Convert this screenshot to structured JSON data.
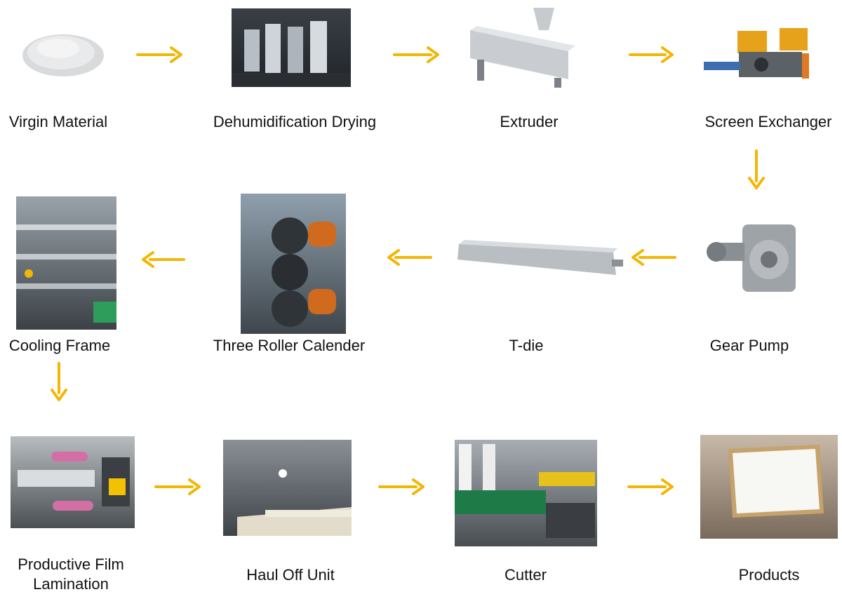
{
  "accent_color": "#f2b705",
  "steps": [
    {
      "label": "Virgin Material",
      "image": "plastic-pellets-photo"
    },
    {
      "label": "Dehumidification Drying",
      "image": "dryer-tanks-photo"
    },
    {
      "label": "Extruder",
      "image": "extruder-machine-photo"
    },
    {
      "label": "Screen Exchanger",
      "image": "screen-exchanger-photo"
    },
    {
      "label": "Gear Pump",
      "image": "gear-pump-photo"
    },
    {
      "label": "T-die",
      "image": "t-die-photo"
    },
    {
      "label": "Three Roller Calender",
      "image": "roller-calender-photo"
    },
    {
      "label": "Cooling Frame",
      "image": "cooling-frame-photo"
    },
    {
      "label": "Productive Film",
      "label_line2": "Lamination",
      "image": "film-lamination-photo"
    },
    {
      "label": "Haul Off Unit",
      "image": "haul-off-unit-photo"
    },
    {
      "label": "Cutter",
      "image": "cutter-machine-photo"
    },
    {
      "label": "Products",
      "image": "finished-sheet-photo"
    }
  ]
}
